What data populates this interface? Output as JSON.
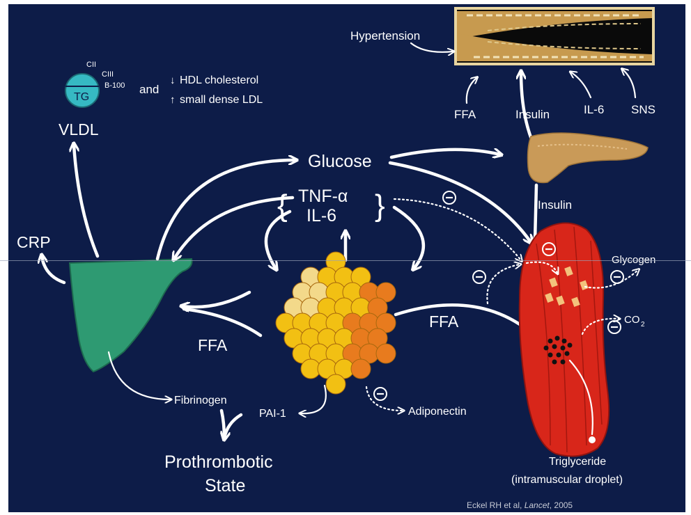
{
  "colors": {
    "background": "#0d1c48",
    "liver": "#2e9a72",
    "muscle": "#d8261a",
    "pancreas": "#c99a58",
    "vldl_particle": "#36b9c3",
    "adipocyte_pale": "#f3d98a",
    "adipocyte_yellow": "#f2c013",
    "adipocyte_orange": "#e87b1e"
  },
  "vldl": {
    "apo_c2": "CII",
    "apo_c3": "CIII",
    "apo_b100": "B-100",
    "core": "TG",
    "label": "VLDL",
    "and": "and",
    "hdl": "HDL cholesterol",
    "ldl": "small dense LDL",
    "hdl_arrow": "↓",
    "ldl_arrow": "↑"
  },
  "vessel": {
    "hypertension": "Hypertension",
    "ffa": "FFA",
    "insulin": "Insulin",
    "il6": "IL-6",
    "sns": "SNS"
  },
  "center": {
    "glucose": "Glucose",
    "tnf": "TNF-α",
    "il6": "IL-6",
    "brace_left": "{",
    "brace_right": "}"
  },
  "pancreas": {
    "insulin": "Insulin"
  },
  "liver": {
    "crp": "CRP",
    "ffa": "FFA"
  },
  "adipose": {
    "ffa": "FFA",
    "pai1": "PAI-1",
    "adiponectin": "Adiponectin"
  },
  "coagulation": {
    "fibrinogen": "Fibrinogen",
    "prothrombotic_line1": "Prothrombotic",
    "prothrombotic_line2": "State"
  },
  "muscle": {
    "glycogen": "Glycogen",
    "co2": "CO",
    "co2_sub": "2",
    "triglyceride_line1": "Triglyceride",
    "triglyceride_line2": "(intramuscular droplet)"
  },
  "inhibit_symbol": "−",
  "citation": {
    "authors": "Eckel RH et al, ",
    "journal": "Lancet",
    "year": ", 2005"
  }
}
